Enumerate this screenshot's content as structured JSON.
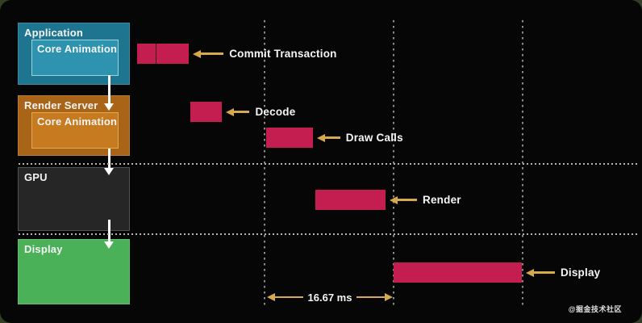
{
  "stages": [
    {
      "id": "application",
      "label": "Application",
      "inner_label": "Core Animation"
    },
    {
      "id": "render_server",
      "label": "Render Server",
      "inner_label": "Core Animation"
    },
    {
      "id": "gpu",
      "label": "GPU"
    },
    {
      "id": "display",
      "label": "Display"
    }
  ],
  "timeline": {
    "frame_interval_label": "16.67 ms",
    "frame_interval_ms": 16.67,
    "vsync_ms": [
      16.67,
      33.33,
      50
    ],
    "bars": [
      {
        "id": "commit",
        "label": "Commit Transaction",
        "start_ms": 0.2,
        "end_ms": 6.9,
        "split_ms": 2.6
      },
      {
        "id": "decode",
        "label": "Decode",
        "start_ms": 7.1,
        "end_ms": 11.2
      },
      {
        "id": "draw_calls",
        "label": "Draw Calls",
        "start_ms": 16.9,
        "end_ms": 22.9
      },
      {
        "id": "render",
        "label": "Render",
        "start_ms": 23.2,
        "end_ms": 32.3
      },
      {
        "id": "display_bar",
        "label": "Display",
        "start_ms": 33.3,
        "end_ms": 49.9
      }
    ]
  },
  "watermark": "@掘金技术社区",
  "colors": {
    "bar": "#c41e50",
    "arrow": "#d6a94c",
    "application": "#1e7590",
    "application_inner": "#2e93ae",
    "render_server": "#a96418",
    "render_server_inner": "#c77b20",
    "gpu": "#262626",
    "display": "#4ab158"
  }
}
